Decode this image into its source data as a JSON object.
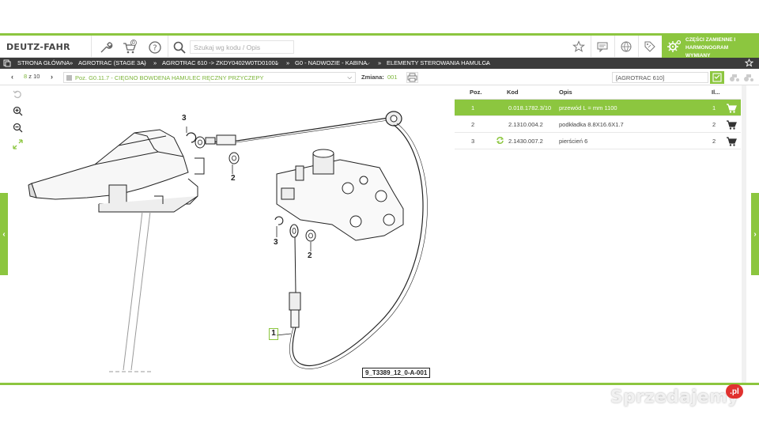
{
  "header": {
    "logo": "DEUTZ-FAHR",
    "cart_count": "0",
    "search_placeholder": "Szukaj wg kodu / Opis",
    "green_panel": {
      "line1": "CZĘŚCI ZAMIENNE I",
      "line2": "HARMONOGRAM",
      "line3": "WYMIANY"
    }
  },
  "breadcrumb": [
    {
      "label": "STRONA GŁÓWNA"
    },
    {
      "label": "AGROTRAC (STAGE 3A)"
    },
    {
      "label": "AGROTRAC 610 -> ZKDY0402W0TD01001"
    },
    {
      "label": "G0 - NADWOZIE - KABINA"
    },
    {
      "label": "ELEMENTY STEROWANIA HAMULCA"
    }
  ],
  "toolbar": {
    "page_current": "8",
    "page_sep": "z",
    "page_total": "10",
    "position": "Poz. G0.11.7 - CIĘGNO BOWDENA HAMULEC RĘCZNY PRZYCZEPY",
    "zmiana_label": "Zmiana:",
    "zmiana_value": "001",
    "model": "[AGROTRAC 610]"
  },
  "drawing": {
    "code": "9_T3389_12_0-A-001",
    "callouts": [
      "3",
      "2",
      "3",
      "2",
      "1"
    ]
  },
  "table": {
    "headers": {
      "poz": "Poz.",
      "kod": "Kod",
      "opis": "Opis",
      "il": "Il..."
    },
    "rows": [
      {
        "poz": "1",
        "kod": "0.018.1782.3/10",
        "opis": "przewód L = mm 1100",
        "il": "1",
        "active": true
      },
      {
        "poz": "2",
        "kod": "2.1310.004.2",
        "opis": "podkładka 8.8X16.6X1.7",
        "il": "2",
        "active": false
      },
      {
        "poz": "3",
        "kod": "2.1430.007.2",
        "opis": "pierścień 6",
        "il": "2",
        "active": false,
        "replaced": true
      }
    ]
  },
  "watermark": {
    "text": "Sprzedajemy",
    "badge": ".pl"
  },
  "colors": {
    "accent": "#8cc63f",
    "dark_bar": "#3b3b3b"
  }
}
